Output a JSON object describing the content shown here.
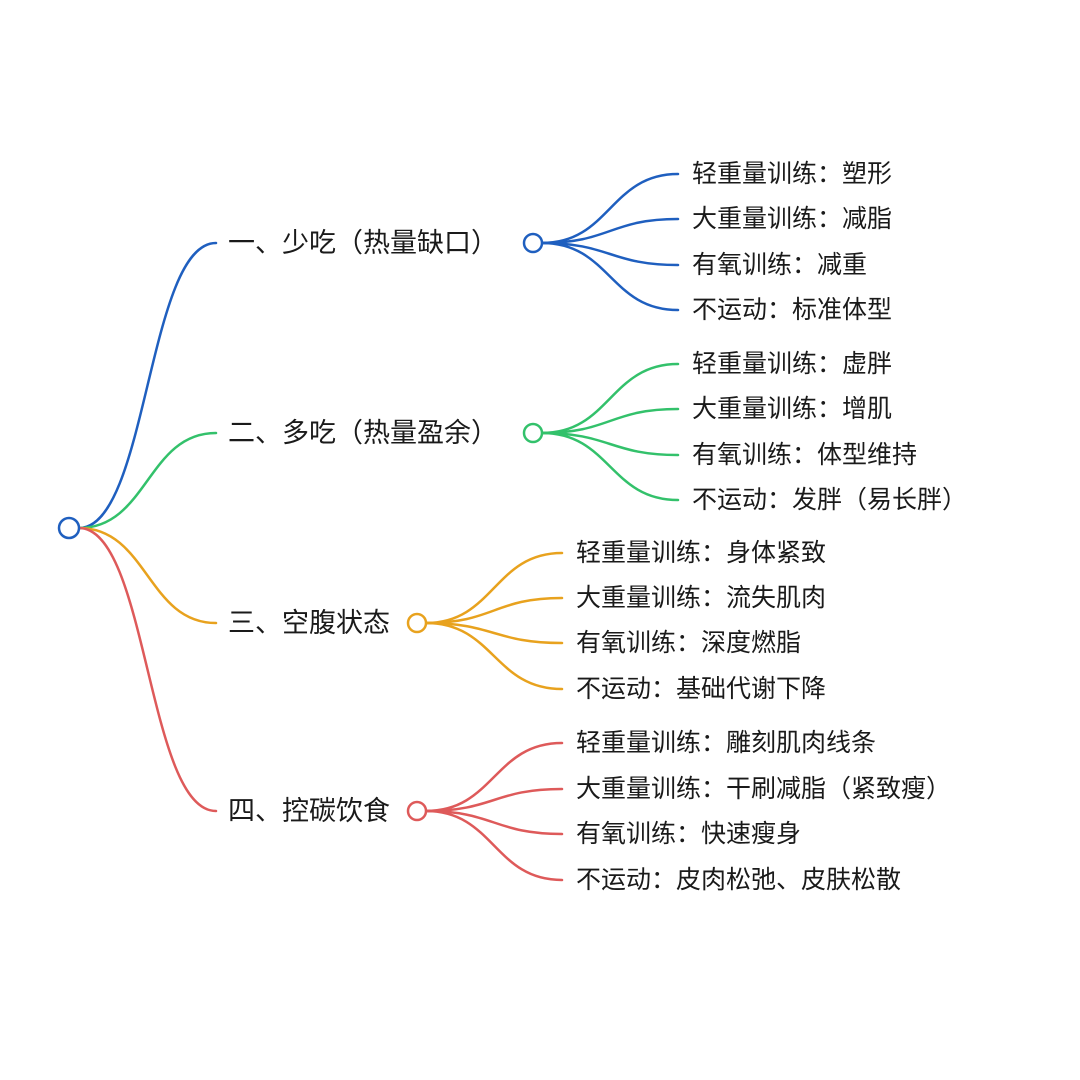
{
  "root": {
    "color": "#1f5fbf"
  },
  "branches": [
    {
      "label": "一、少吃（热量缺口）",
      "color": "#1f5fbf",
      "leaves": [
        "轻重量训练：塑形",
        "大重量训练：减脂",
        "有氧训练：减重",
        "不运动：标准体型"
      ]
    },
    {
      "label": "二、多吃（热量盈余）",
      "color": "#33c16b",
      "leaves": [
        "轻重量训练：虚胖",
        "大重量训练：增肌",
        "有氧训练：体型维持",
        "不运动：发胖（易长胖）"
      ]
    },
    {
      "label": "三、空腹状态",
      "color": "#e8a21e",
      "leaves": [
        "轻重量训练：身体紧致",
        "大重量训练：流失肌肉",
        "有氧训练：深度燃脂",
        "不运动：基础代谢下降"
      ]
    },
    {
      "label": "四、控碳饮食",
      "color": "#de5a5a",
      "leaves": [
        "轻重量训练：雕刻肌肉线条",
        "大重量训练：干刷减脂（紧致瘦）",
        "有氧训练：快速瘦身",
        "不运动：皮肉松弛、皮肤松散"
      ]
    }
  ]
}
